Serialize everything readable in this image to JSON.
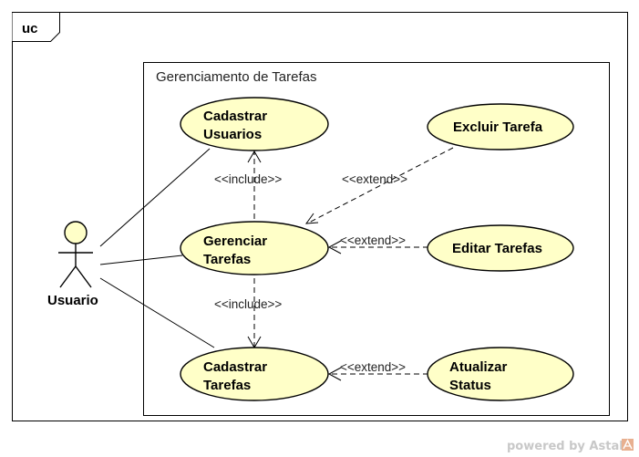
{
  "diagram": {
    "frame_tag": "uc",
    "boundary_title": "Gerenciamento de Tarefas",
    "actor": {
      "name": "Usuario"
    },
    "use_cases": {
      "cadastrar_usuarios": [
        "Cadastrar",
        "Usuarios"
      ],
      "gerenciar_tarefas": [
        "Gerenciar",
        "Tarefas"
      ],
      "cadastrar_tarefas": [
        "Cadastrar",
        "Tarefas"
      ],
      "excluir_tarefa": [
        "Excluir Tarefa"
      ],
      "editar_tarefas": [
        "Editar Tarefas"
      ],
      "atualizar_status": [
        "Atualizar",
        "Status"
      ]
    },
    "relations": {
      "include_usuarios": "<<include>>",
      "include_tarefas": "<<include>>",
      "extend_excluir": "<<extend>>",
      "extend_editar": "<<extend>>",
      "extend_atualizar": "<<extend>>"
    },
    "watermark": {
      "text": "powered by Astah",
      "icon": "astah-logo-icon"
    },
    "colors": {
      "usecase_fill": "#ffffc8",
      "line": "#000000",
      "watermark": "#c8c8c8",
      "watermark_icon": "#e8b090"
    }
  }
}
